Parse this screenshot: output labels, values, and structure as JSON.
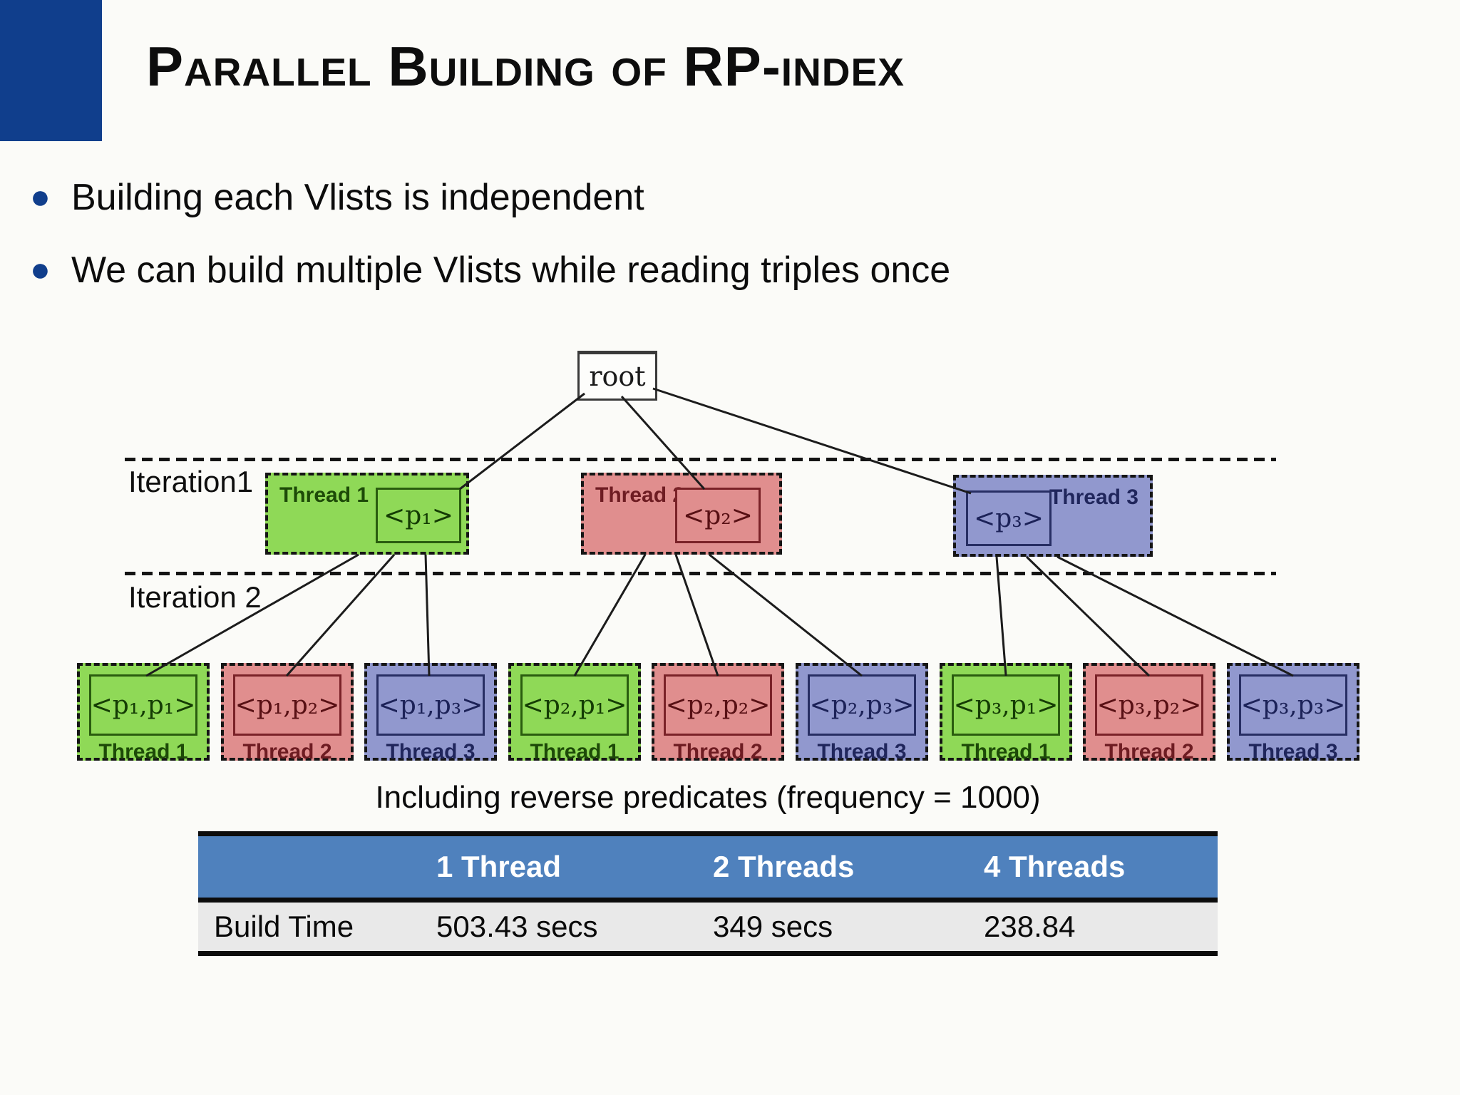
{
  "slide": {
    "title": "Parallel Building of RP-index",
    "bullets": [
      "Building each Vlists is independent",
      "We can build multiple Vlists while reading triples once"
    ]
  },
  "diagram": {
    "root_label": "root",
    "iteration1": {
      "label": "Iteration1",
      "threads": [
        {
          "name": "Thread 1",
          "node": "<p₁>",
          "color": "green"
        },
        {
          "name": "Thread 2",
          "node": "<p₂>",
          "color": "red"
        },
        {
          "name": "Thread 3",
          "node": "<p₃>",
          "color": "purple"
        }
      ]
    },
    "iteration2": {
      "label": "Iteration 2",
      "nodes": [
        {
          "label": "<p₁,p₁>",
          "thread": "Thread 1",
          "color": "green"
        },
        {
          "label": "<p₁,p₂>",
          "thread": "Thread 2",
          "color": "red"
        },
        {
          "label": "<p₁,p₃>",
          "thread": "Thread 3",
          "color": "purple"
        },
        {
          "label": "<p₂,p₁>",
          "thread": "Thread 1",
          "color": "green"
        },
        {
          "label": "<p₂,p₂>",
          "thread": "Thread 2",
          "color": "red"
        },
        {
          "label": "<p₂,p₃>",
          "thread": "Thread 3",
          "color": "purple"
        },
        {
          "label": "<p₃,p₁>",
          "thread": "Thread 1",
          "color": "green"
        },
        {
          "label": "<p₃,p₂>",
          "thread": "Thread 2",
          "color": "red"
        },
        {
          "label": "<p₃,p₃>",
          "thread": "Thread 3",
          "color": "purple"
        }
      ]
    }
  },
  "caption": "Including reverse predicates (frequency = 1000)",
  "table": {
    "headers": [
      "",
      "1 Thread",
      "2 Threads",
      "4 Threads"
    ],
    "rows": [
      {
        "label": "Build Time",
        "values": [
          "503.43 secs",
          "349 secs",
          "238.84"
        ]
      }
    ]
  },
  "colors": {
    "accent_blue": "#103e8c",
    "table_header_blue": "#4f81bd",
    "thread1_green": "#8fd957",
    "thread2_red": "#e08e8e",
    "thread3_purple": "#9198ce"
  }
}
